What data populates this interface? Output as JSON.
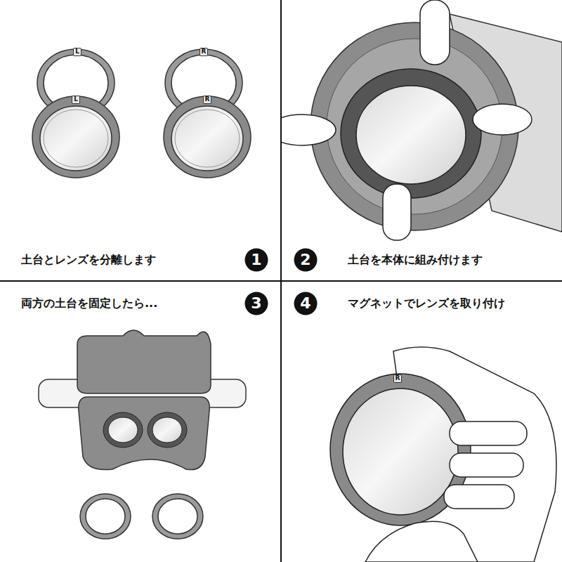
{
  "diagram": {
    "nodes": [
      {
        "text": [
          "1"
        ]
      },
      {
        "text": [
          "2"
        ]
      },
      {
        "text": [
          "3"
        ]
      },
      {
        "text": [
          "4"
        ]
      }
    ],
    "labels": [
      "L",
      "L",
      "R",
      "R",
      "土台とレンズを分離します",
      "土台を本体に組み付けます",
      "両方の土台を固定したら...",
      "マグネットでレンズを取り付け",
      "R"
    ]
  }
}
